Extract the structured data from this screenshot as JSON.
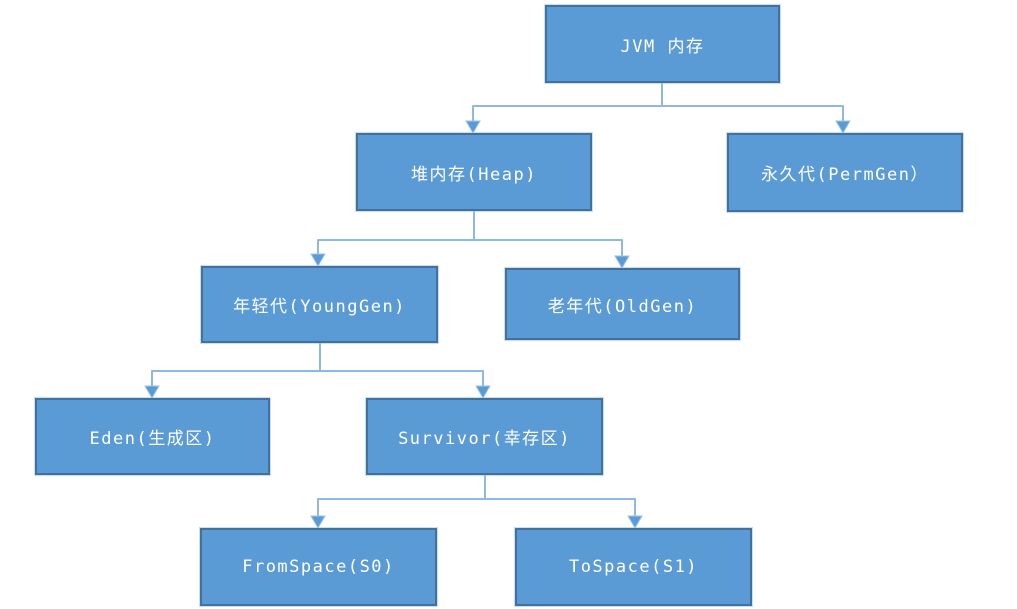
{
  "diagram": {
    "title": "JVM memory structure tree",
    "colors": {
      "node_fill": "#5b9bd5",
      "node_border": "#41719c",
      "node_text": "#ffffff",
      "connector_line": "#8fb9e4",
      "arrowhead_fill": "#5b9bd5"
    },
    "nodes": [
      {
        "id": "jvm",
        "label": "JVM 内存"
      },
      {
        "id": "heap",
        "label": "堆内存(Heap)"
      },
      {
        "id": "permgen",
        "label": "永久代(PermGen）"
      },
      {
        "id": "younggen",
        "label": "年轻代(YoungGen)"
      },
      {
        "id": "oldgen",
        "label": "老年代(OldGen)"
      },
      {
        "id": "eden",
        "label": "Eden(生成区)"
      },
      {
        "id": "survivor",
        "label": "Survivor(幸存区)"
      },
      {
        "id": "fromspace",
        "label": "FromSpace(S0)"
      },
      {
        "id": "tospace",
        "label": "ToSpace(S1)"
      }
    ],
    "edges": [
      {
        "from": "jvm",
        "to": "heap"
      },
      {
        "from": "jvm",
        "to": "permgen"
      },
      {
        "from": "heap",
        "to": "younggen"
      },
      {
        "from": "heap",
        "to": "oldgen"
      },
      {
        "from": "younggen",
        "to": "eden"
      },
      {
        "from": "younggen",
        "to": "survivor"
      },
      {
        "from": "survivor",
        "to": "fromspace"
      },
      {
        "from": "survivor",
        "to": "tospace"
      }
    ]
  }
}
